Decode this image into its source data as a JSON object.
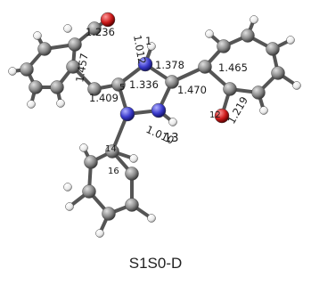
{
  "caption": "S1S0-D",
  "colors": {
    "carbon": "#8a8a8a",
    "hydrogen": "#f4f4f4",
    "nitrogen": "#3a3acc",
    "oxygen": "#cc1a1a",
    "bond": "#555555"
  },
  "labels": {
    "l1236": "1.236",
    "l1012": "1.012",
    "l1": "1",
    "l1378": "1.378",
    "l1465": "1.465",
    "l1457": "1.457",
    "l1336": "1.336",
    "l1470": "1.470",
    "l1409": "1.409",
    "l1219": "1.219",
    "l1010": "1.010",
    "l13": "13",
    "l5": "5",
    "l14": "14",
    "l16": "16",
    "l12": "12"
  }
}
